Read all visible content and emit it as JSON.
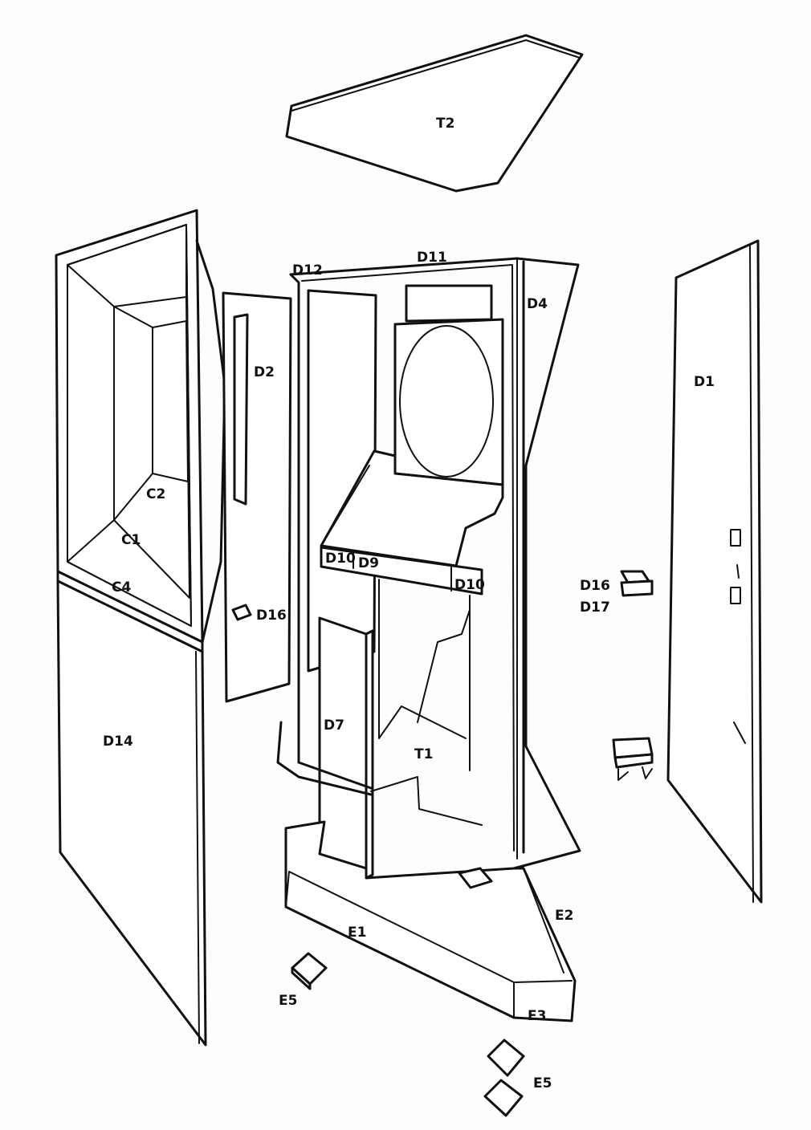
{
  "labels": {
    "T2": "T2",
    "D12": "D12",
    "D11": "D11",
    "D4": "D4",
    "D2": "D2",
    "D1": "D1",
    "C2": "C2",
    "C1": "C1",
    "C4": "C4",
    "D10_left": "D10",
    "D9": "D9",
    "D10_right": "D10",
    "D16_left": "D16",
    "D16_right": "D16",
    "D17": "D17",
    "D14": "D14",
    "D7": "D7",
    "T1": "T1",
    "E1": "E1",
    "E2": "E2",
    "E3": "E3",
    "E5_left": "E5",
    "E5_right": "E5"
  }
}
